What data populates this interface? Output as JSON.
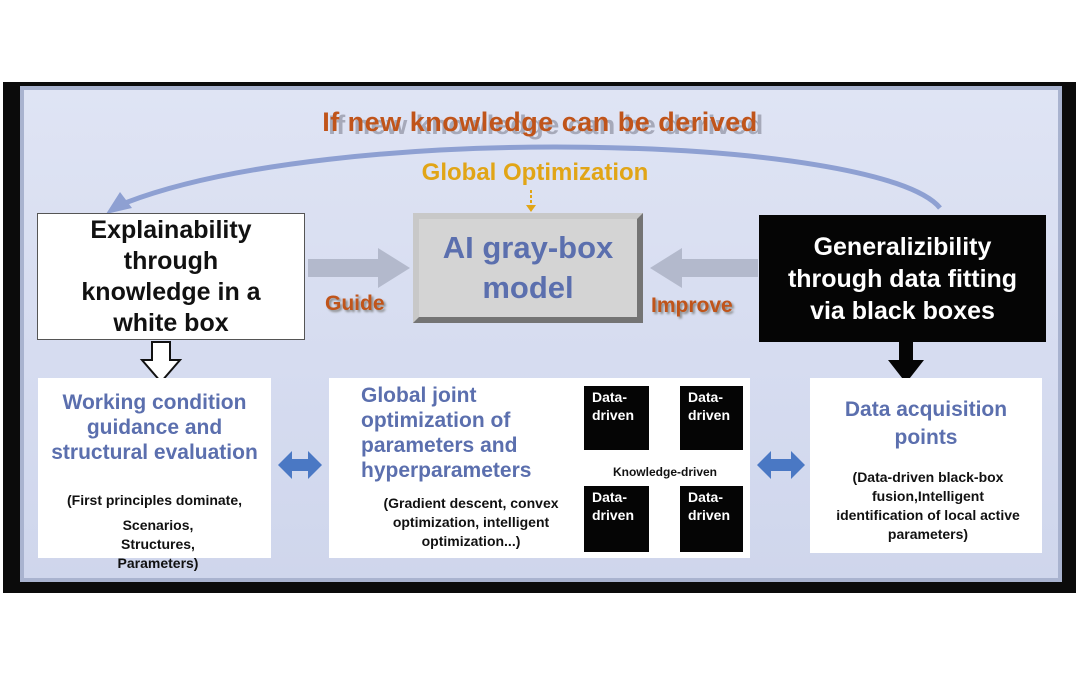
{
  "banner": "If new knowledge can be derived",
  "global_optimization": "Global Optimization",
  "white_box": "Explainability through knowledge in a white box",
  "gray_box": "AI gray-box model",
  "black_box": "Generalizibility through data fitting via black boxes",
  "guide": "Guide",
  "improve": "Improve",
  "left_card": {
    "title": "Working condition guidance and structural evaluation",
    "sub": "(First principles dominate,",
    "sub2": "Scenarios, Structures, Parameters)"
  },
  "middle_card": {
    "title": "Global joint optimization of parameters and hyperparameters",
    "sub": "(Gradient descent, convex optimization, intelligent optimization...)",
    "tiles": [
      "Data-driven",
      "Data-driven",
      "Data-driven",
      "Data-driven"
    ],
    "knowledge": "Knowledge-driven"
  },
  "right_card": {
    "title": "Data acquisition points",
    "sub": "(Data-driven black-box fusion,Intelligent identification of local active parameters)"
  },
  "colors": {
    "accent_blue": "#5b6fae",
    "brown": "#c0541a",
    "gold": "#e1a516",
    "arrow_gray": "#b3b9cc",
    "arrow_blue": "#4a78c4"
  }
}
